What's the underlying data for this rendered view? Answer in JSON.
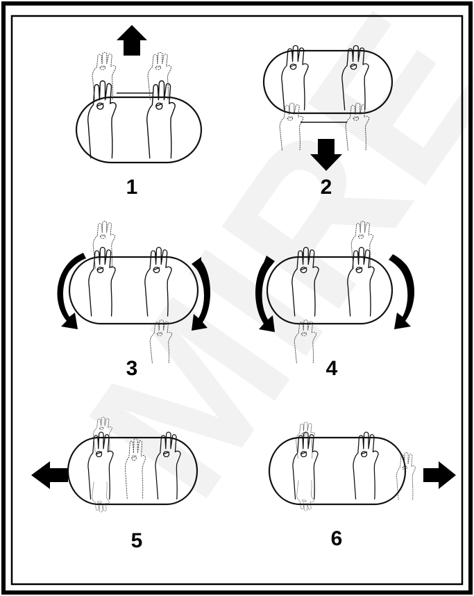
{
  "panels": [
    {
      "label": "1"
    },
    {
      "label": "2"
    },
    {
      "label": "3"
    },
    {
      "label": "4"
    },
    {
      "label": "5"
    },
    {
      "label": "6"
    }
  ],
  "watermark": "MIRE",
  "colors": {
    "ink": "#000000",
    "paper": "#ffffff",
    "watermark": "#f2f2f2"
  }
}
